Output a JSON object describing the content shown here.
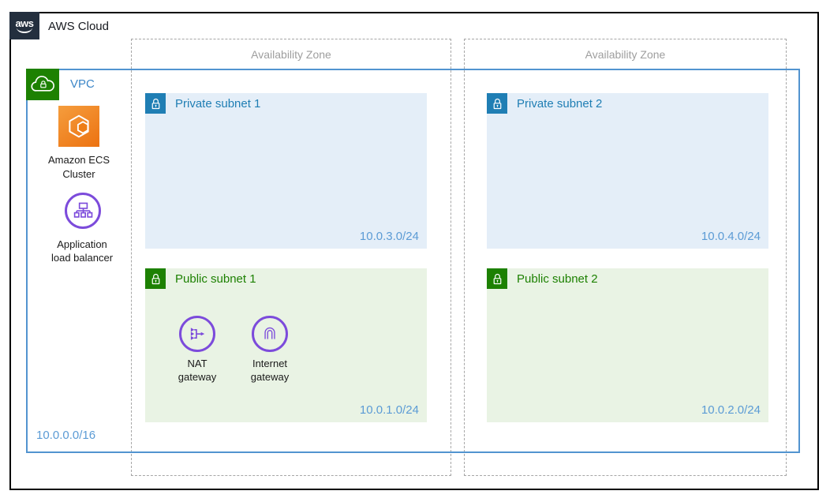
{
  "aws_cloud": {
    "label": "AWS Cloud",
    "logo_text": "aws"
  },
  "availability_zones": [
    {
      "label": "Availability Zone"
    },
    {
      "label": "Availability Zone"
    }
  ],
  "vpc": {
    "label": "VPC",
    "cidr": "10.0.0.0/16"
  },
  "subnets": [
    {
      "type": "private",
      "label": "Private subnet 1",
      "cidr": "10.0.3.0/24"
    },
    {
      "type": "private",
      "label": "Private subnet 2",
      "cidr": "10.0.4.0/24"
    },
    {
      "type": "public",
      "label": "Public subnet 1",
      "cidr": "10.0.1.0/24"
    },
    {
      "type": "public",
      "label": "Public subnet 2",
      "cidr": "10.0.2.0/24"
    }
  ],
  "resources": {
    "ecs": {
      "label_lines": [
        "Amazon ECS",
        "Cluster"
      ]
    },
    "alb": {
      "label_lines": [
        "Application",
        "load balancer"
      ]
    },
    "nat": {
      "label_lines": [
        "NAT",
        "gateway"
      ]
    },
    "igw": {
      "label_lines": [
        "Internet",
        "gateway"
      ]
    }
  },
  "colors": {
    "aws_dark": "#232F3E",
    "vpc_green": "#1D8102",
    "vpc_border": "#5294D0",
    "vpc_text": "#3D87C8",
    "private_accent": "#1F7EB4",
    "private_fill": "#E4EEF8",
    "public_accent": "#1D8102",
    "public_fill": "#E9F3E4",
    "cidr_text": "#5B9BD5",
    "az_text": "#9E9E9E",
    "az_border": "#A6A6A6",
    "purple": "#7C4BDB",
    "orange_start": "#F59D3D",
    "orange_end": "#EC7211",
    "label_text": "#1A1A1A"
  }
}
